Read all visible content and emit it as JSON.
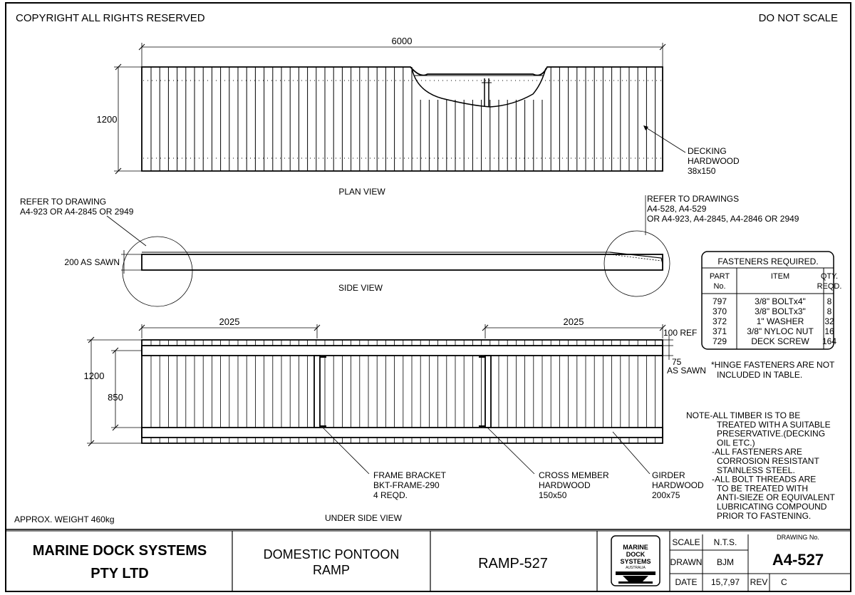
{
  "header": {
    "copyright": "COPYRIGHT ALL RIGHTS RESERVED",
    "do_not_scale": "DO NOT SCALE"
  },
  "plan_view": {
    "title": "PLAN VIEW",
    "length_dim": "6000",
    "width_dim": "1200",
    "decking_note": [
      "DECKING",
      "HARDWOOD",
      "38x150"
    ]
  },
  "side_view": {
    "title": "SIDE VIEW",
    "thickness_dim": "200 AS SAWN",
    "left_ref": [
      "REFER TO DRAWING",
      "A4-923 OR A4-2845 OR 2949"
    ],
    "right_ref": [
      "REFER TO DRAWINGS",
      "A4-528, A4-529",
      "OR A4-923, A4-2845, A4-2846 OR 2949"
    ]
  },
  "under_side_view": {
    "title": "UNDER SIDE VIEW",
    "left_span": "2025",
    "right_span": "2025",
    "width_dim": "1200",
    "inner_dim": "850",
    "ref_dim": "100 REF",
    "sawn_dim": [
      "75",
      "AS SAWN"
    ],
    "frame_bracket": [
      "FRAME BRACKET",
      "BKT-FRAME-290",
      "4 REQD."
    ],
    "cross_member": [
      "CROSS MEMBER",
      "HARDWOOD",
      "150x50"
    ],
    "girder": [
      "GIRDER",
      "HARDWOOD",
      "200x75"
    ]
  },
  "fasteners": {
    "title": "FASTENERS REQUIRED.",
    "col_part": [
      "PART",
      "No."
    ],
    "col_item": "ITEM",
    "col_qty": [
      "QTY.",
      "REQD."
    ],
    "rows": [
      {
        "part": "797",
        "item": "3/8\" BOLTx4\"",
        "qty": "8"
      },
      {
        "part": "370",
        "item": "3/8\" BOLTx3\"",
        "qty": "8"
      },
      {
        "part": "372",
        "item": "1\" WASHER",
        "qty": "32"
      },
      {
        "part": "371",
        "item": "3/8\" NYLOC NUT",
        "qty": "16"
      },
      {
        "part": "729",
        "item": "DECK SCREW",
        "qty": "164"
      }
    ],
    "hinge_note": [
      "*HINGE FASTENERS ARE NOT",
      "INCLUDED IN TABLE."
    ]
  },
  "notes": [
    "NOTE-ALL TIMBER IS TO BE",
    "TREATED WITH A SUITABLE",
    "PRESERVATIVE.(DECKING",
    "OIL ETC.)",
    "-ALL FASTENERS ARE",
    "CORROSION RESISTANT",
    "STAINLESS STEEL.",
    "-ALL BOLT THREADS ARE",
    "TO BE TREATED WITH",
    "ANTI-SIEZE OR EQUIVALENT",
    "LUBRICATING COMPOUND",
    "PRIOR TO FASTENING."
  ],
  "weight": "APPROX. WEIGHT 460kg",
  "title_block": {
    "company": [
      "MARINE DOCK SYSTEMS",
      "PTY LTD"
    ],
    "description": [
      "DOMESTIC PONTOON",
      "RAMP"
    ],
    "model": "RAMP-527",
    "logo_text": [
      "MARINE",
      "DOCK",
      "SYSTEMS",
      "AUSTRALIA"
    ],
    "scale_label": "SCALE",
    "scale_value": "N.T.S.",
    "drawn_label": "DRAWN",
    "drawn_value": "BJM",
    "date_label": "DATE",
    "date_value": "15,7,97",
    "rev_label": "REV",
    "rev_value": "C",
    "drawing_no_label": "DRAWING No.",
    "drawing_no": "A4-527"
  }
}
